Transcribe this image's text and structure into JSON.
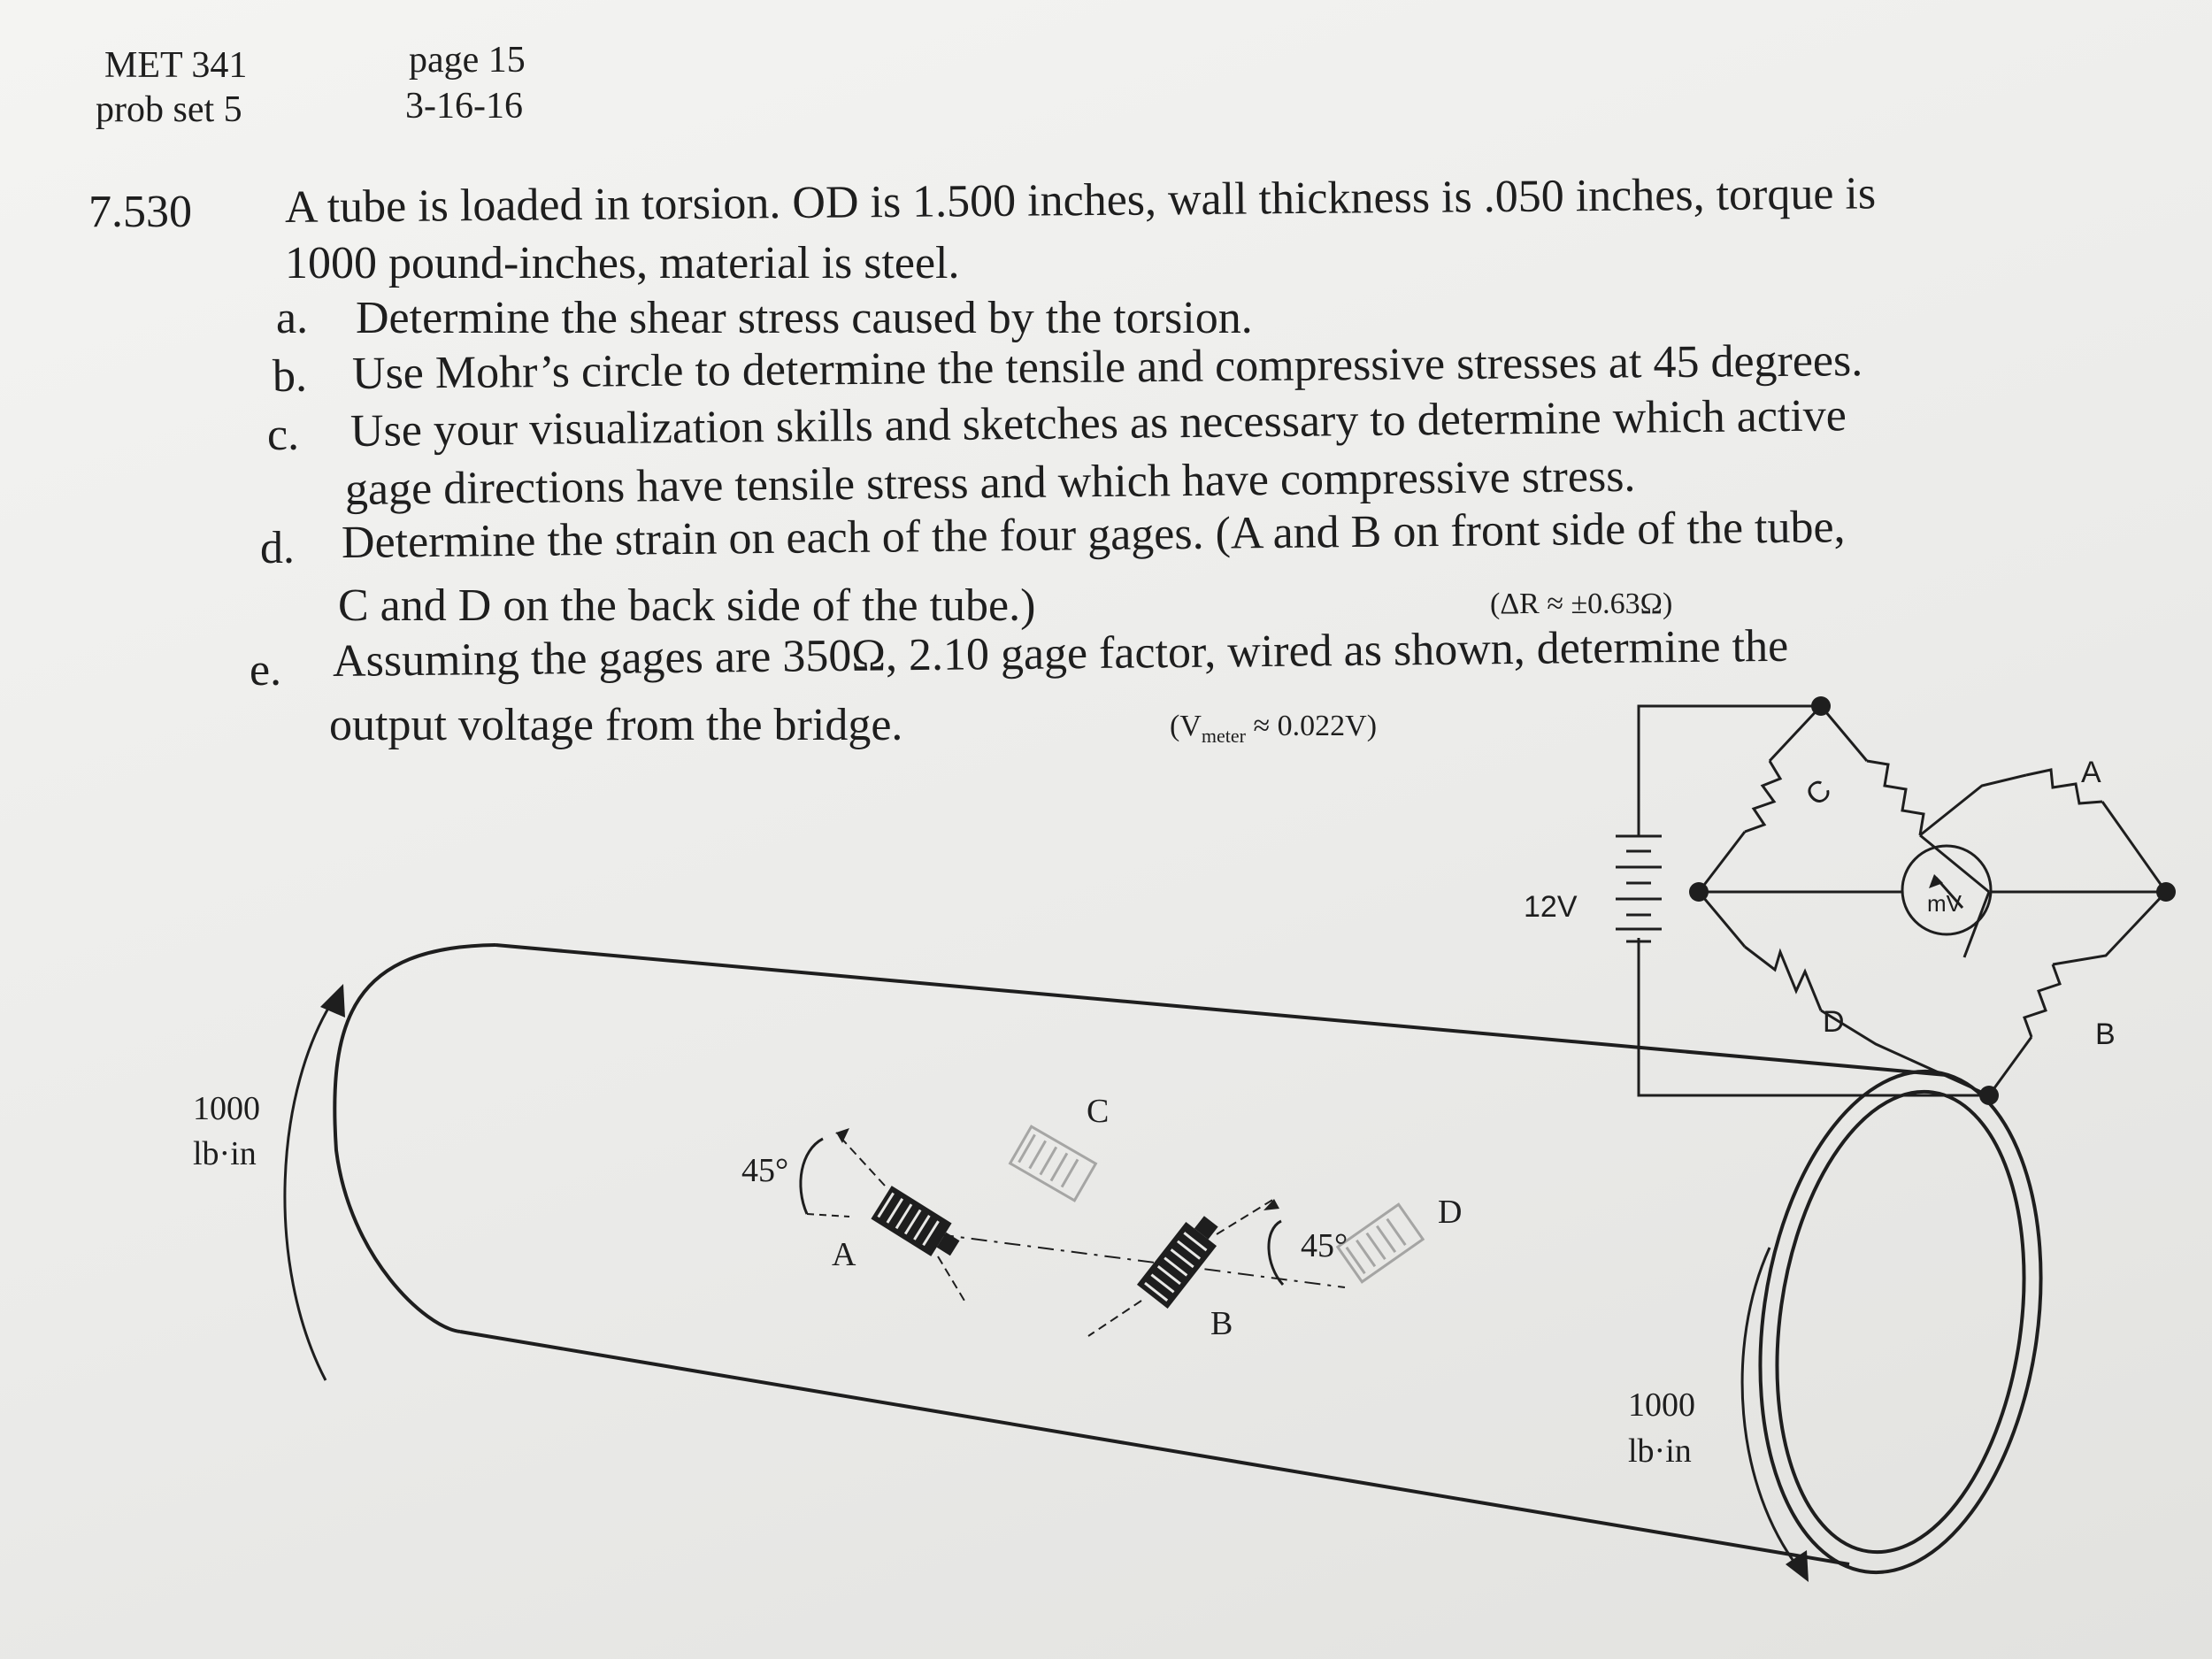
{
  "header": {
    "course": "MET 341",
    "set": "prob set 5",
    "page": "page 15",
    "date": "3-16-16"
  },
  "problem": {
    "number": "7.530",
    "statement_line1": "A tube is loaded in torsion.  OD is 1.500 inches, wall thickness is .050 inches, torque is",
    "statement_line2": "1000 pound-inches, material is steel.",
    "parts": [
      {
        "letter": "a.",
        "lines": [
          "Determine the shear stress caused by the torsion."
        ]
      },
      {
        "letter": "b.",
        "lines": [
          "Use Mohr’s circle to determine the tensile and compressive stresses at 45 degrees."
        ]
      },
      {
        "letter": "c.",
        "lines": [
          "Use your visualization skills and sketches as necessary to determine which active",
          "gage directions have tensile stress and which have compressive stress."
        ]
      },
      {
        "letter": "d.",
        "lines": [
          "Determine the strain on each of the four gages.  (A and B on front side of the tube,",
          "C and D on the back side of the tube.)"
        ]
      },
      {
        "letter": "e.",
        "lines": [
          "Assuming the gages are 350Ω, 2.10 gage factor, wired as shown, determine the",
          "output voltage from the bridge."
        ]
      }
    ],
    "note_delta_r": "(ΔR ≈ ±0.63Ω)",
    "note_vmeter_prefix": "(V",
    "note_vmeter_sub": "meter",
    "note_vmeter_suffix": " ≈ 0.022V)"
  },
  "diagram": {
    "torque_left_value": "1000",
    "torque_left_unit": "lb·in",
    "torque_right_value": "1000",
    "torque_right_unit": "lb·in",
    "angle_left": "45°",
    "angle_right": "45°",
    "gage_a": "A",
    "gage_b": "B",
    "gage_c": "C",
    "gage_d": "D",
    "battery_label": "12V",
    "meter_label": "mV",
    "bridge_c": "C",
    "bridge_a": "A",
    "bridge_d": "D",
    "bridge_b": "B"
  }
}
